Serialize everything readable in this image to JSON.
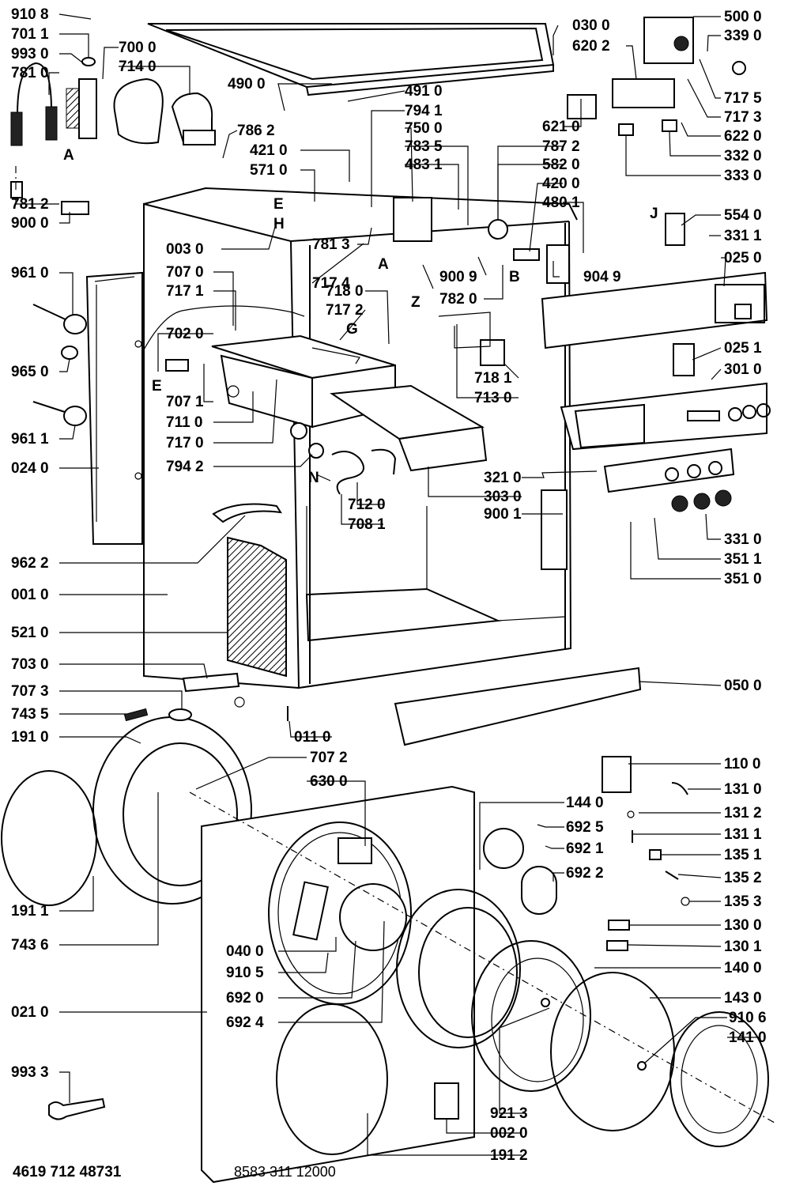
{
  "labels": {
    "l9108": "910 8",
    "l7011": "701 1",
    "l9930": "993 0",
    "l7810": "781 0",
    "l7812": "781 2",
    "l9000": "900 0",
    "l7000": "700 0",
    "l7140": "714 0",
    "l4900": "490 0",
    "l7862": "786 2",
    "l4210": "421 0",
    "l5710": "571 0",
    "lE": "E",
    "lH": "H",
    "lA1": "A",
    "l0030": "003 0",
    "l7813": "781 3",
    "l7174": "717 4",
    "lA2": "A",
    "l7180": "718 0",
    "l7172": "717 2",
    "lG": "G",
    "l0300": "030 0",
    "l6202": "620 2",
    "l5000": "500 0",
    "l3390": "339 0",
    "l7175": "717 5",
    "l7173": "717 3",
    "l6220": "622 0",
    "l3320": "332 0",
    "l3330": "333 0",
    "l4910": "491 0",
    "l7941": "794 1",
    "l7500": "750 0",
    "l7835": "783 5",
    "l4831": "483 1",
    "l6210": "621 0",
    "l7872": "787 2",
    "l5820": "582 0",
    "l4200": "420 0",
    "l4801": "480 1",
    "lJ": "J",
    "l5540": "554 0",
    "l3311": "331 1",
    "l0250": "025 0",
    "l9009": "900 9",
    "lB": "B",
    "lZ": "Z",
    "l7820": "782 0",
    "l9049": "904 9",
    "l9610": "961 0",
    "l7070": "707 0",
    "l7171": "717 1",
    "l7020": "702 0",
    "lE2": "E",
    "l9650": "965 0",
    "l7071": "707 1",
    "l7110": "711 0",
    "l7170": "717 0",
    "l9611": "961 1",
    "l0240": "024 0",
    "l7942": "794 2",
    "lN": "N",
    "l7120": "712 0",
    "l7081": "708 1",
    "l7181": "718 1",
    "l7130": "713 0",
    "l0251": "025 1",
    "l3010": "301 0",
    "l3210": "321 0",
    "l3030": "303 0",
    "l9001": "900 1",
    "l3310": "331 0",
    "l3511": "351 1",
    "l3510": "351 0",
    "l9622": "962 2",
    "l0010": "001 0",
    "l5210": "521 0",
    "l7030": "703 0",
    "l7073": "707 3",
    "l7435": "743 5",
    "l1910": "191 0",
    "l0110": "011 0",
    "l0500": "050 0",
    "l7072": "707 2",
    "l6300": "630 0",
    "l1100": "110 0",
    "l1310": "131 0",
    "l1440": "144 0",
    "l1312": "131 2",
    "l6925": "692 5",
    "l1311": "131 1",
    "l6921": "692 1",
    "l1351": "135 1",
    "l6922": "692 2",
    "l1352": "135 2",
    "l1353": "135 3",
    "l1911": "191 1",
    "l1300": "130 0",
    "l7436": "743 6",
    "l1301": "130 1",
    "l0400": "040 0",
    "l1400": "140 0",
    "l9105": "910 5",
    "l6920": "692 0",
    "l0210": "021 0",
    "l1430": "143 0",
    "l6924": "692 4",
    "l9106": "910 6",
    "l1410": "141 0",
    "l9933": "993 3",
    "l9213": "921 3",
    "l0020": "002 0",
    "l1912": "191 2"
  },
  "footer": {
    "left": "4619 712 48731",
    "right": "8583 311 12000"
  },
  "colors": {
    "ink": "#000000",
    "paper": "#ffffff"
  }
}
